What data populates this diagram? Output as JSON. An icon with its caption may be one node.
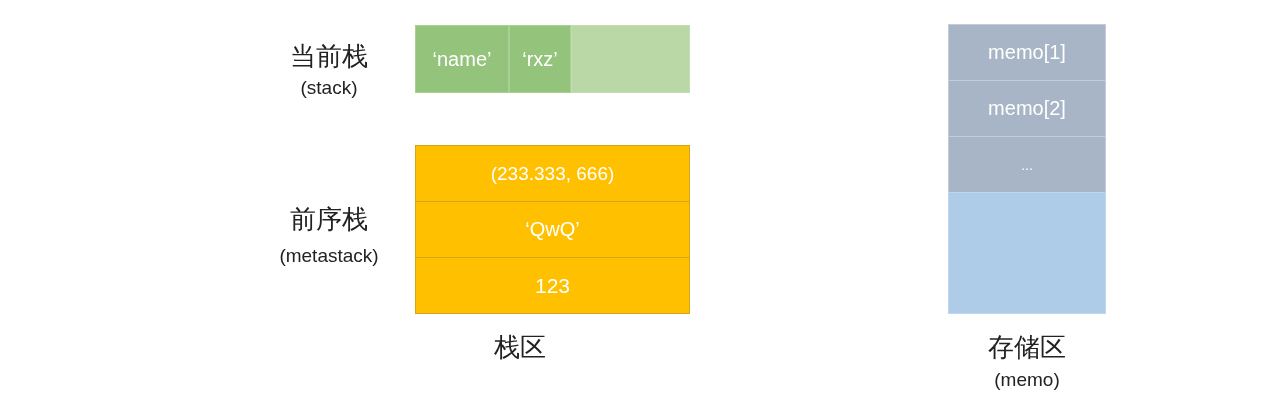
{
  "diagram": {
    "nodes": [
      {
        "text": [
          "‘name’"
        ]
      },
      {
        "text": [
          "‘rxz’"
        ]
      },
      {
        "text": [],
        "shape": "box"
      },
      {
        "text": [
          "(233.333, 666)"
        ]
      },
      {
        "text": [
          "‘QwQ’"
        ]
      },
      {
        "text": [
          "123"
        ]
      },
      {
        "text": [
          "memo[1]"
        ]
      },
      {
        "text": [
          "memo[2]"
        ]
      },
      {
        "text": [
          "..."
        ]
      },
      {
        "text": [],
        "shape": "box"
      }
    ],
    "labels": [
      "当前栈",
      "(stack)",
      "前序栈",
      "(metastack)",
      "栈区",
      "存储区",
      "(memo)"
    ]
  }
}
